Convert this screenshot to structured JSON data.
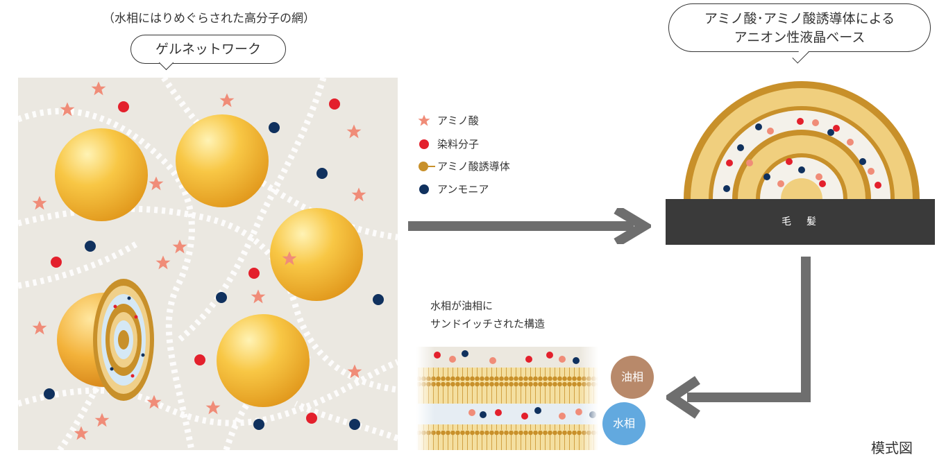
{
  "gel": {
    "caption": "（水相にはりめぐらされた高分子の網）",
    "bubble": "ゲルネットワーク"
  },
  "legend": {
    "amino_acid": "アミノ酸",
    "dye": "染料分子",
    "derivative": "アミノ酸誘導体",
    "ammonia": "アンモニア"
  },
  "crystal": {
    "bubble_line1": "アミノ酸･アミノ酸誘導体による",
    "bubble_line2": "アニオン性液晶ベース"
  },
  "hair_label": "毛　髪",
  "sandwich": {
    "caption_line1": "水相が油相に",
    "caption_line2": "サンドイッチされた構造",
    "oil": "油相",
    "water": "水相"
  },
  "footer": "模式図",
  "colors": {
    "star": "#f08c78",
    "dye": "#e3202c",
    "ammonia": "#10315e",
    "derivative": "#c8902a",
    "oil": "#b8896a",
    "water": "#62a9df",
    "arrow": "#6e6e6e",
    "gel_bg": "#ebe8e1"
  }
}
